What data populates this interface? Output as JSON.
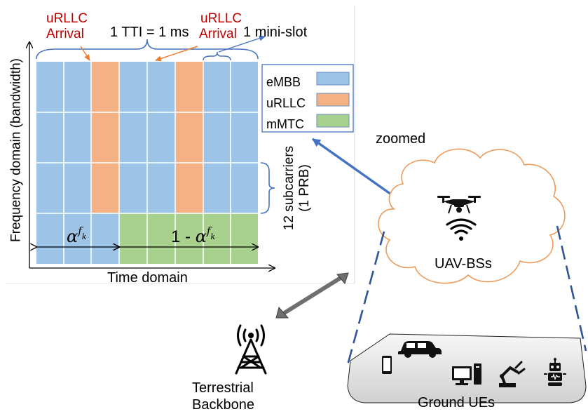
{
  "labels": {
    "urllc_arrival_1": [
      "uRLLC",
      "Arrival"
    ],
    "urllc_arrival_2": [
      "uRLLC",
      "Arrival"
    ],
    "tti": "1 TTI = 1 ms",
    "mini_slot": "1 mini-slot",
    "y_axis": "Frequency domain (bandwidth)",
    "x_axis": "Time domain",
    "prb": [
      "12 subcarriers",
      "(1 PRB)"
    ],
    "alpha": "α",
    "alpha_sup": "f",
    "alpha_sub": "k",
    "one_minus": "1 - ",
    "zoomed": "zoomed",
    "uav": "UAV-BSs",
    "terrestrial": [
      "Terrestrial",
      "Backbone"
    ],
    "ground": "Ground UEs"
  },
  "legend": [
    {
      "label": "eMBB",
      "color": "#9dc3e6"
    },
    {
      "label": "uRLLC",
      "color": "#f4b183"
    },
    {
      "label": "mMTC",
      "color": "#a9d18e"
    }
  ],
  "colors": {
    "embb": "#9dc3e6",
    "urllc": "#f4b183",
    "mmtc": "#a9d18e",
    "brace": "#4472c4",
    "arrow_blue": "#4472c4",
    "cloud": "#ed9a5a",
    "dash": "#2f5597"
  },
  "icons": [
    "drone-icon",
    "signal-icon",
    "antenna-tower-icon",
    "car-icon",
    "phone-icon",
    "desktop-icon",
    "robot-arm-icon",
    "robot-icon"
  ]
}
